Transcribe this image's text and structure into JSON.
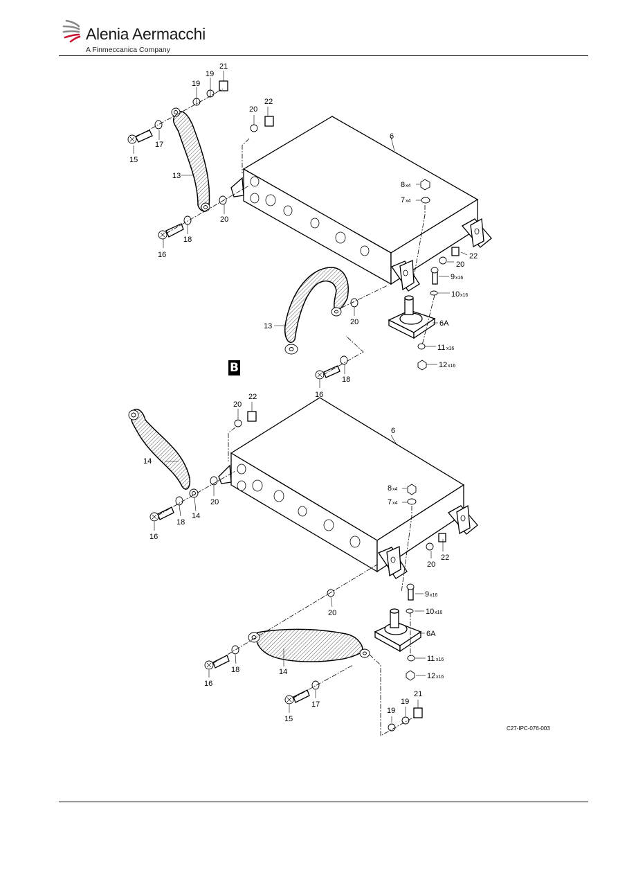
{
  "header": {
    "brand": "Alenia Aermacchi",
    "tagline": "A Finmeccanica Company"
  },
  "section_marker": "B",
  "drawing_code": "C27-IPC-076-003",
  "callouts_view_a": {
    "c21": "21",
    "c19a": "19",
    "c19b": "19",
    "c22": "22",
    "c20a": "20",
    "c15": "15",
    "c17": "17",
    "c13a": "13",
    "c6": "6",
    "c8": "8",
    "c8q": "x4",
    "c7": "7",
    "c7q": "x4",
    "c20b": "20",
    "c18": "18",
    "c16a": "16",
    "c22b": "22",
    "c20c": "20",
    "c9": "9",
    "c9q": "x16",
    "c10": "10",
    "c10q": "x16",
    "c13b": "13",
    "c20d": "20",
    "c6a": "6A",
    "c11": "11",
    "c11q": "x16",
    "c12": "12",
    "c12q": "x16",
    "c18b": "18",
    "c16b": "16"
  },
  "callouts_view_b": {
    "c20a": "20",
    "c22a": "22",
    "c6": "6",
    "c14a": "14",
    "c8": "8",
    "c8q": "x4",
    "c7": "7",
    "c7q": "x4",
    "c20b": "20",
    "c14b": "14",
    "c18a": "18",
    "c16a": "16",
    "c22b": "22",
    "c20c": "20",
    "c9": "9",
    "c9q": "x16",
    "c20d": "20",
    "c10": "10",
    "c10q": "x16",
    "c6a": "6A",
    "c16b": "16",
    "c18b": "18",
    "c14c": "14",
    "c11": "11",
    "c11q": "x16",
    "c12": "12",
    "c12q": "x16",
    "c21": "21",
    "c17": "17",
    "c19a": "19",
    "c19b": "19",
    "c15": "15"
  }
}
